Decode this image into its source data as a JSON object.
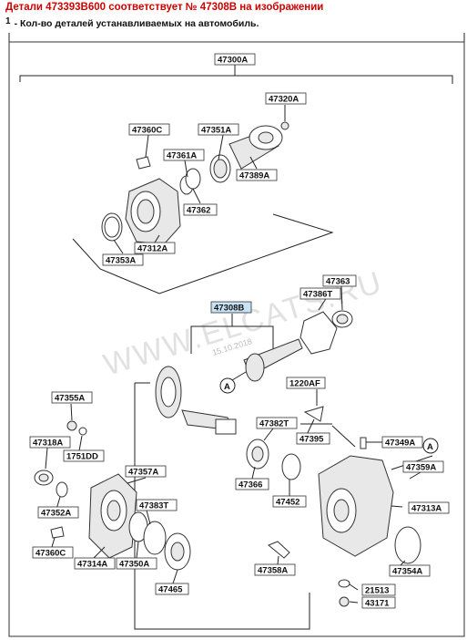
{
  "header": {
    "title": "Детали 473393B600 соответствует № 47308B на изображении",
    "note_mark": "1",
    "note_text": "- Кол-во деталей устанавливаемых на автомобиль."
  },
  "watermark": {
    "text": "WWW.ELCATS.RU",
    "date": "15.10.2018"
  },
  "callouts": {
    "c47300A": "47300A",
    "c47320A": "47320A",
    "c47360C": "47360C",
    "c47351A": "47351A",
    "c47361A": "47361A",
    "c47389A": "47389A",
    "c47362": "47362",
    "c47312A": "47312A",
    "c47353A": "47353A",
    "c47363": "47363",
    "c47386T": "47386T",
    "c47308B": "47308B",
    "c1220AF": "1220AF",
    "c47355A": "47355A",
    "c47382T": "47382T",
    "c47395": "47395",
    "c47349A": "47349A",
    "c47318A": "47318A",
    "c1751DD": "1751DD",
    "c47357A": "47357A",
    "c47359A": "47359A",
    "c47366": "47366",
    "c47452": "47452",
    "c47352A": "47352A",
    "c47383T": "47383T",
    "c47313A": "47313A",
    "c47360C_2": "47360C",
    "c47314A": "47314A",
    "c47350A": "47350A",
    "c47354A": "47354A",
    "c47358A": "47358A",
    "c21513": "21513",
    "c47465": "47465",
    "c43171": "43171"
  },
  "view_markers": {
    "a1": "A",
    "a2": "A"
  },
  "colors": {
    "header_red": "#d00000",
    "highlight": "#c8e3f5"
  }
}
